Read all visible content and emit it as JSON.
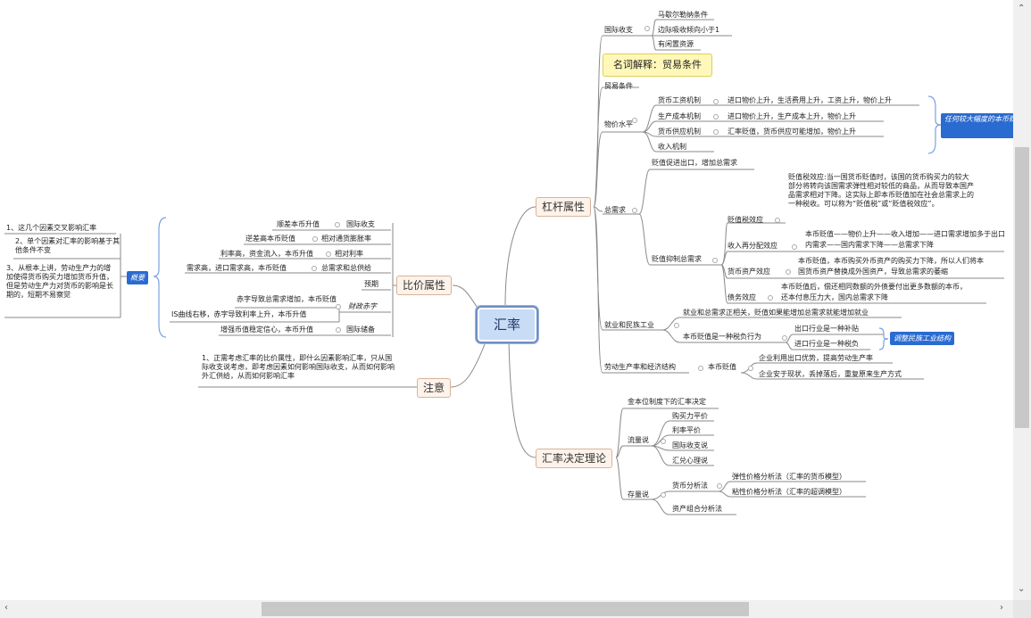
{
  "center": "汇率",
  "main": {
    "lever": "杠杆属性",
    "price": "比价属性",
    "note": "注意",
    "theory": "汇率决定理论"
  },
  "tip": "名词解释：贸易条件",
  "lever": {
    "intl_income": "国际收支",
    "marshall": "马歇尔勒纳条件",
    "margin": "边际吸收倾向小于1",
    "idle": "有闲置资源",
    "trade_terms": "贸易条件",
    "price_level": "物价水平",
    "mech1": "货币工资机制",
    "mech1_txt": "进口物价上升，生活费用上升，工资上升，物价上升",
    "mech2": "生产成本机制",
    "mech2_txt": "进口物价上升，生产成本上升，物价上升",
    "mech3": "货币供应机制",
    "mech3_txt": "汇率贬值，货币供应可能增加，物价上升",
    "mech4": "收入机制",
    "blue_note": "任何较大幅度的本币贬值都将对国内物价起到推动作用",
    "total_demand": "总需求",
    "devalue_export": "贬值促进出口，增加总需求",
    "tax_effect": "贬值税效应",
    "tax_text": "贬值税效应:当一国货币贬值时，该国的货币购买力的较大部分将转向该国需求弹性相对较低的商品，从而导致本国产品需求相对下降。这实际上即本币贬值加在社会总需求上的一种税收。可以称为“贬值税”或“贬值税效应”。",
    "suppress": "贬值抑制总需求",
    "redistrib": "收入再分配效应",
    "redistrib_txt1": "本币贬值——物价上升——收入增加——进口需求增加多于出口",
    "redistrib_txt2": "内需求——国内需求下降——总需求下降",
    "asset": "货币资产效应",
    "asset_txt1": "本币贬值，本币购买外币资产的购买力下降，所以人们将本",
    "asset_txt2": "国货币资产替换成外国资产，导致总需求的萎缩",
    "debt": "债务效应",
    "debt_txt1": "本币贬值后，偿还相同数额的外债要付出更多数额的本币，",
    "debt_txt2": "还本付息压力大，国内总需求下降",
    "employ": "就业和民族工业",
    "employ_txt": "就业和总需求正相关，贬值如果能增加总需求就能增加就业",
    "protect": "本币贬值是一种税负行为",
    "subsidy": "出口行业是一种补贴",
    "tax_import": "进口行业是一种税负",
    "adjust_blue": "调整民族工业结构",
    "labor": "劳动生产率和经济结构",
    "devalue": "本币贬值",
    "labor_txt1": "企业利用出口优势，提高劳动生产率",
    "labor_txt2": "企业安于现状，丢掉落后，重复原来生产方式"
  },
  "price_attr": {
    "row1_left": "顺差本币升值",
    "row1_right": "国际收支",
    "row2_left": "逆差高本币贬值",
    "row2_right": "相对通货膨胀率",
    "row3_left": "利率高，资金流入，本币升值",
    "row3_right": "相对利率",
    "row4_left": "需求高，进口需求高，本币贬值",
    "row4_right": "总需求和总供给",
    "expect": "预期",
    "fiscal": "财政赤字",
    "fiscal_txt1": "赤字导致总需求增加，本币贬值",
    "fiscal_txt2": "IS曲线右移，赤字导致利率上升，本币升值",
    "reserve_left": "增强币值稳定信心，本币升值",
    "reserve_right": "国际储备",
    "overview": "概要",
    "ov1": "1、这几个因素交叉影响汇率",
    "ov2": "2、单个因素对汇率的影响基于其他条件不变",
    "ov3": "3、从根本上讲，劳动生产力的增加使得货币购买力增加货币升值，但是劳动生产力对货币的影响是长期的，短期不易察觉"
  },
  "note": {
    "text": "1、正需考虑汇率的比价属性，即什么因素影响汇率，只从国际收支说考虑，即考虑因素如何影响国际收支，从而如何影响外汇供给，从而如何影响汇率"
  },
  "theory": {
    "gold": "金本位制度下的汇率决定",
    "flow": "流量说",
    "ppp": "购买力平价",
    "irp": "利率平价",
    "bop": "国际收支说",
    "psych": "汇兑心理说",
    "stock": "存量说",
    "monetary": "货币分析法",
    "flex": "弹性价格分析法（汇率的货币模型）",
    "sticky": "粘性价格分析法（汇率的超调模型）",
    "portfolio": "资产组合分析法"
  },
  "colors": {
    "center_fill": "#c9dcf6",
    "main_fill": "#fdf3ea",
    "blue_label": "#2a6bd1",
    "tip_fill": "#fff8b8",
    "brace": "#7aa2e0"
  }
}
